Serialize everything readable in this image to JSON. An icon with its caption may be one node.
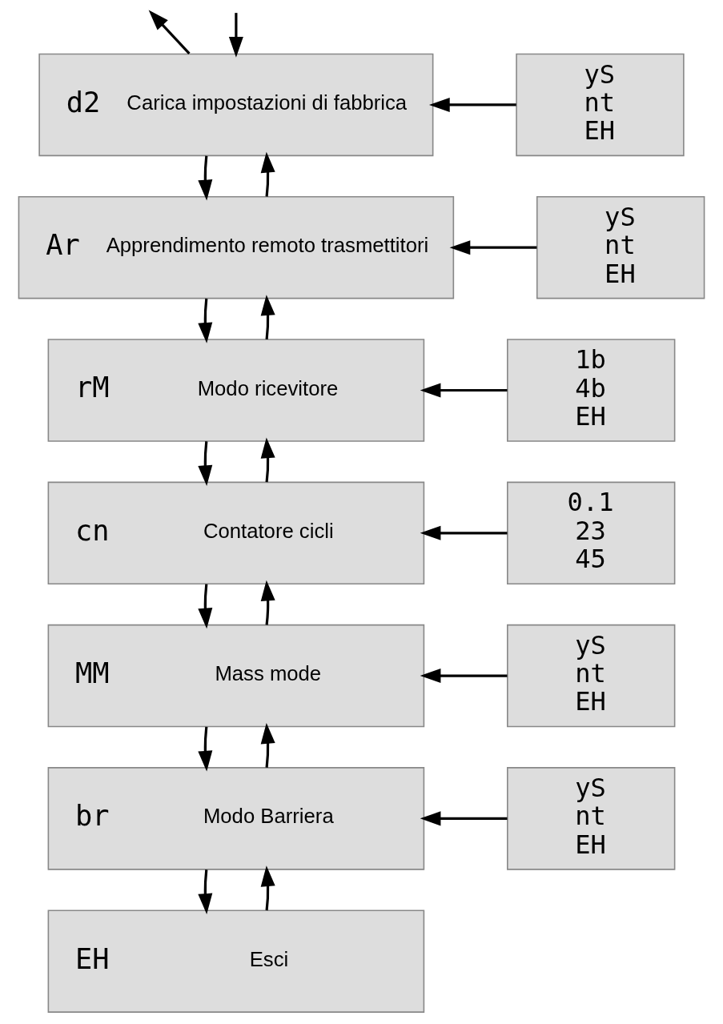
{
  "diagram": {
    "nodes": [
      {
        "text": [
          "d2",
          "Carica impostazioni di fabbrica"
        ]
      },
      {
        "text": [
          "yS",
          "nt",
          "EH"
        ]
      },
      {
        "text": [
          "Ar",
          "Apprendimento remoto trasmettitori"
        ]
      },
      {
        "text": [
          "yS",
          "nt",
          "EH"
        ]
      },
      {
        "text": [
          "rM",
          "Modo ricevitore"
        ]
      },
      {
        "text": [
          "1b",
          "4b",
          "EH"
        ]
      },
      {
        "text": [
          "cn",
          "Contatore cicli"
        ]
      },
      {
        "text": [
          "0.1",
          "23",
          "45"
        ]
      },
      {
        "text": [
          "MM",
          "Mass mode"
        ]
      },
      {
        "text": [
          "yS",
          "nt",
          "EH"
        ]
      },
      {
        "text": [
          "br",
          "Modo Barriera"
        ]
      },
      {
        "text": [
          "yS",
          "nt",
          "EH"
        ]
      },
      {
        "text": [
          "EH",
          "Esci"
        ]
      }
    ],
    "edges": [
      {
        "from": 0,
        "to": null,
        "arrow": "to"
      },
      {
        "from": null,
        "to": 0,
        "arrow": "to"
      },
      {
        "from": 1,
        "to": 0,
        "arrow": "to"
      },
      {
        "from": 0,
        "to": 2,
        "arrow": "to"
      },
      {
        "from": 2,
        "to": 0,
        "arrow": "to"
      },
      {
        "from": 3,
        "to": 2,
        "arrow": "to"
      },
      {
        "from": 2,
        "to": 4,
        "arrow": "to"
      },
      {
        "from": 4,
        "to": 2,
        "arrow": "to"
      },
      {
        "from": 5,
        "to": 4,
        "arrow": "to"
      },
      {
        "from": 4,
        "to": 6,
        "arrow": "to"
      },
      {
        "from": 6,
        "to": 4,
        "arrow": "to"
      },
      {
        "from": 7,
        "to": 6,
        "arrow": "to"
      },
      {
        "from": 6,
        "to": 8,
        "arrow": "to"
      },
      {
        "from": 8,
        "to": 6,
        "arrow": "to"
      },
      {
        "from": 9,
        "to": 8,
        "arrow": "to"
      },
      {
        "from": 8,
        "to": 10,
        "arrow": "to"
      },
      {
        "from": 10,
        "to": 8,
        "arrow": "to"
      },
      {
        "from": 11,
        "to": 10,
        "arrow": "to"
      },
      {
        "from": 10,
        "to": 12,
        "arrow": "to"
      },
      {
        "from": 12,
        "to": 10,
        "arrow": "to"
      }
    ]
  }
}
